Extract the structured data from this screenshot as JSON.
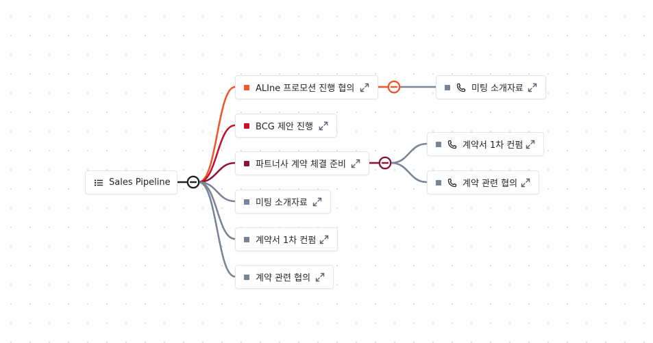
{
  "colors": {
    "orange": "#f0562d",
    "red": "#c8102e",
    "maroon": "#8a1538",
    "gray": "#7a8494",
    "dark": "#1f2328"
  },
  "root": {
    "label": "Sales Pipeline",
    "icon": "list-icon"
  },
  "children": [
    {
      "label": "ALIne 프로모션 진행 협의",
      "color": "orange"
    },
    {
      "label": "BCG 제안 진행",
      "color": "red"
    },
    {
      "label": "파트너사 계약 체결 준비",
      "color": "maroon"
    },
    {
      "label": "미팅 소개자료",
      "color": "gray"
    },
    {
      "label": "계약서 1차 컨펌",
      "color": "gray"
    },
    {
      "label": "계약 관련 협의",
      "color": "gray"
    }
  ],
  "grandchildren": {
    "aline": [
      {
        "label": "미팅 소개자료",
        "icon": "phone-icon",
        "color": "gray"
      }
    ],
    "partner": [
      {
        "label": "계약서 1차 컨펌",
        "icon": "phone-icon",
        "color": "gray"
      },
      {
        "label": "계약 관련 협의",
        "icon": "phone-icon",
        "color": "gray"
      }
    ]
  }
}
